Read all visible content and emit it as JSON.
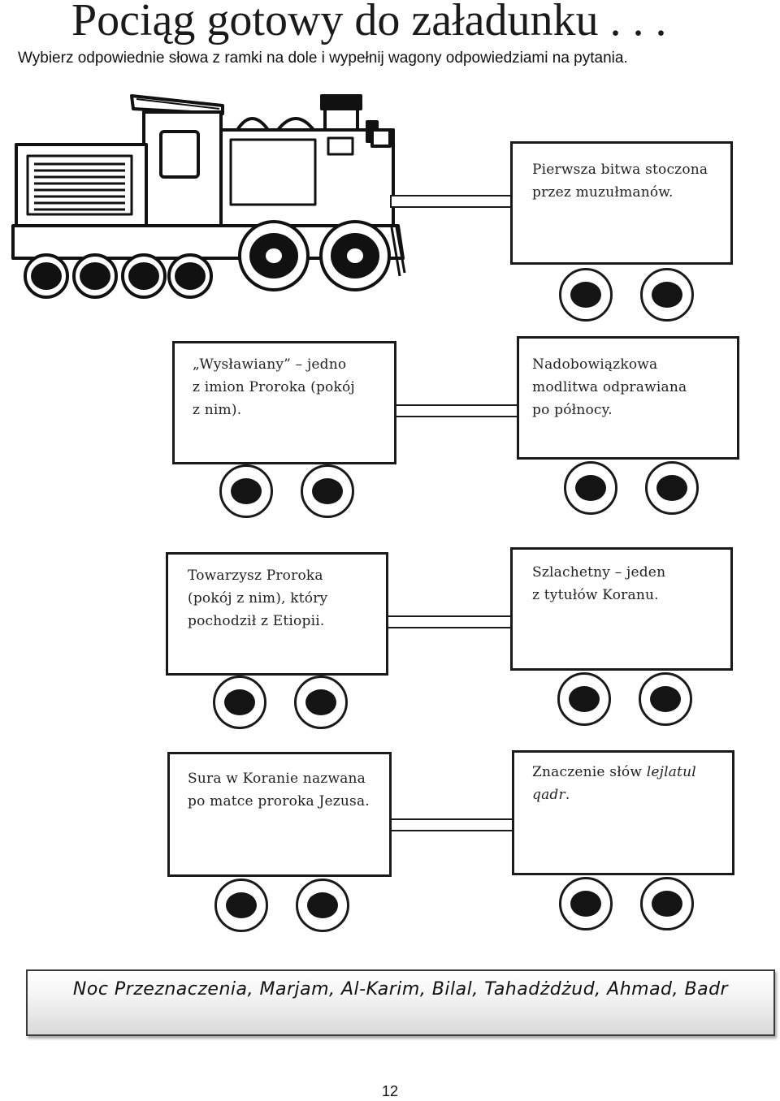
{
  "title": "Pociąg gotowy do załadunku . . .",
  "instruction": "Wybierz odpowiednie słowa z ramki na dole i wypełnij wagony odpowiedziami na pytania.",
  "wagons": [
    {
      "text": "Pierwsza bitwa stoczona\nprzez muzułmanów."
    },
    {
      "text": "„Wysławiany” – jedno\nz imion Proroka (pokój\nz nim)."
    },
    {
      "text": "Nadobowiązkowa\nmodlitwa odprawiana\npo północy."
    },
    {
      "text": "Towarzysz Proroka\n(pokój z nim), który\npochodził z Etiopii."
    },
    {
      "text": "Szlachetny – jeden\nz tytułów Koranu."
    },
    {
      "text": "Sura w Koranie nazwana\npo matce proroka Jezusa."
    },
    {
      "text_before": "Znaczenie słów ",
      "text_italic": "lejlatul\nqadr",
      "text_after": "."
    }
  ],
  "word_bank": "Noc Przeznaczenia, Marjam, Al-Karim, Bilal, Tahadżdżud, Ahmad, Badr",
  "page_number": "12"
}
